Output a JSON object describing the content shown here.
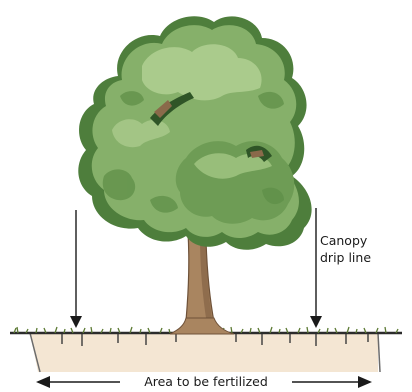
{
  "labels": {
    "canopy_drip_line_1": "Canopy",
    "canopy_drip_line_2": "drip line",
    "area": "Area to be fertilized"
  },
  "colors": {
    "foliage_light": "#a9c98a",
    "foliage_mid": "#7ea862",
    "foliage_dark": "#4e7e3c",
    "foliage_shadow": "#3a6630",
    "trunk": "#a7835f",
    "trunk_dark": "#7a5a3e",
    "soil": "#f2e3cf",
    "soil_line": "#2b2b2b",
    "grass": "#6b8a3c",
    "ink": "#1a1a1a"
  }
}
